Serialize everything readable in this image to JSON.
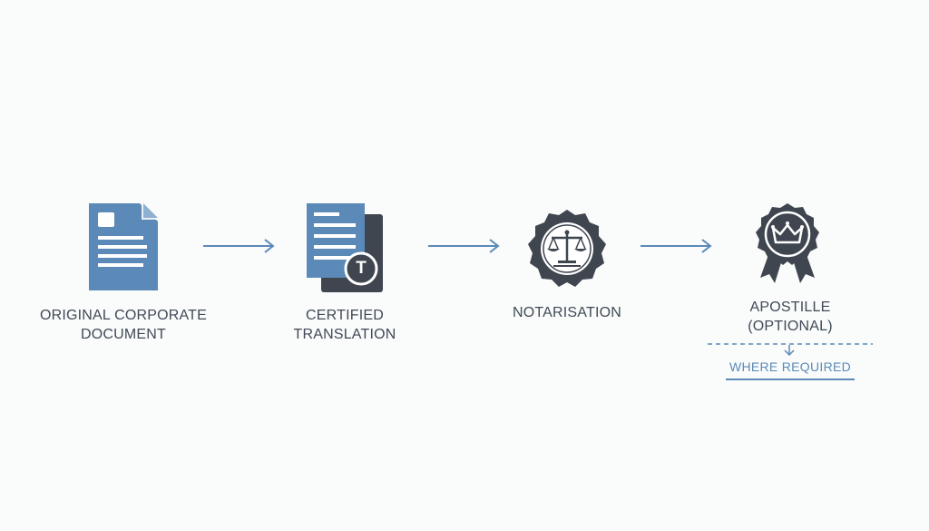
{
  "steps": [
    {
      "label_lines": [
        "ORIGINAL CORPORATE",
        "DOCUMENT"
      ],
      "icon": "document-icon"
    },
    {
      "label_lines": [
        "CERTIFIED",
        "TRANSLATION"
      ],
      "icon": "translation-document-icon",
      "badge_letter": "T"
    },
    {
      "label_lines": [
        "NOTARISATION"
      ],
      "icon": "scales-seal-icon"
    },
    {
      "label_lines": [
        "APOSTILLE",
        "(OPTIONAL)"
      ],
      "icon": "crown-rosette-icon"
    }
  ],
  "note": {
    "text": "WHERE REQUIRED"
  },
  "colors": {
    "blue": "#5b8ab8",
    "dark": "#404a56",
    "text": "#404a56",
    "background": "#fafbfb"
  }
}
